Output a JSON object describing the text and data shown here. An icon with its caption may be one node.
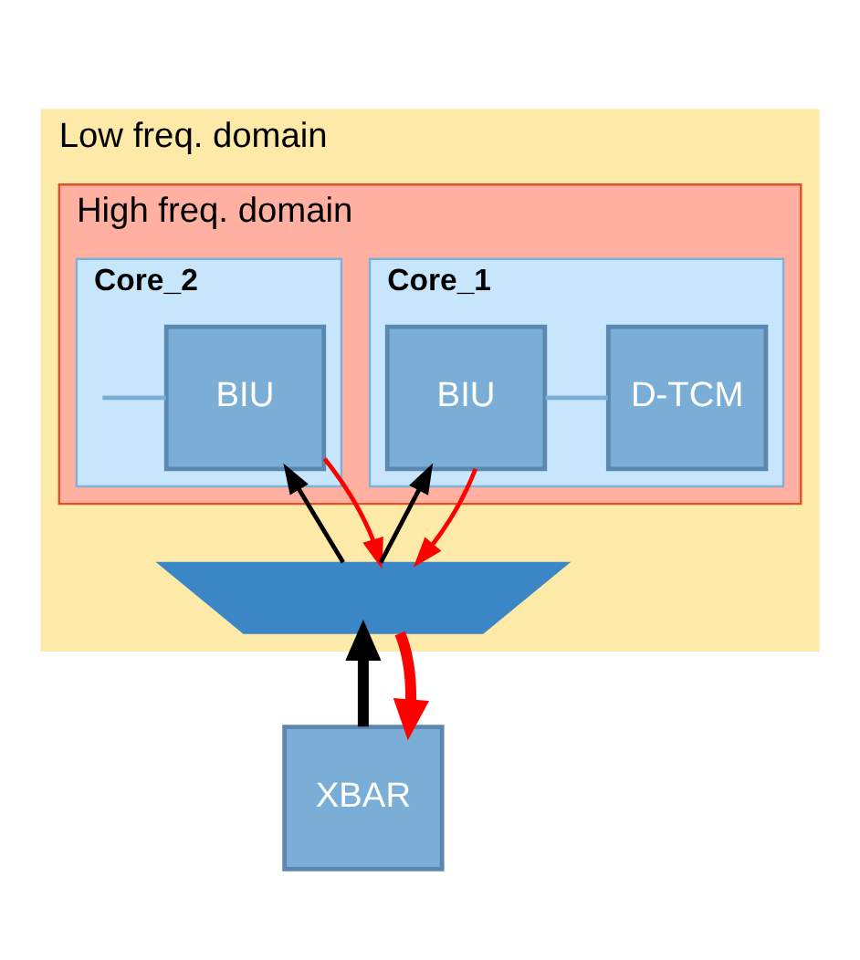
{
  "diagram": {
    "nodes": [
      {
        "text": [
          "Low freq. domain"
        ]
      },
      {
        "text": [
          "High freq. domain"
        ],
        "in": 0
      },
      {
        "text": [
          "Core_1"
        ],
        "in": 1
      },
      {
        "text": [
          "D-TCM"
        ],
        "in": 2
      },
      {
        "text": [
          "BIU"
        ],
        "in": 2
      },
      {
        "text": [
          "Core_2"
        ],
        "in": 1
      },
      {
        "text": [
          "BIU"
        ],
        "in": 5
      },
      {
        "text": [],
        "shape": "trapezoid",
        "in": 0
      },
      {
        "text": [
          "XBAR"
        ]
      }
    ],
    "edges": [
      {
        "from": 3,
        "to": 4,
        "arrow": "none",
        "color": "#7aaed6"
      },
      {
        "from": 7,
        "to": 4,
        "arrow": "to",
        "color": "#000000"
      },
      {
        "from": 4,
        "to": 7,
        "arrow": "to",
        "color": "#ff0000"
      },
      {
        "from": 7,
        "to": 6,
        "arrow": "to",
        "color": "#000000"
      },
      {
        "from": 6,
        "to": 7,
        "arrow": "to",
        "color": "#ff0000"
      },
      {
        "from": 8,
        "to": 7,
        "arrow": "to",
        "color": "#000000",
        "style": "thick"
      },
      {
        "from": 7,
        "to": 8,
        "arrow": "to",
        "color": "#ff0000",
        "style": "thick"
      },
      {
        "from": 6,
        "to": null,
        "arrow": "none",
        "color": "#7aaed6"
      }
    ]
  }
}
